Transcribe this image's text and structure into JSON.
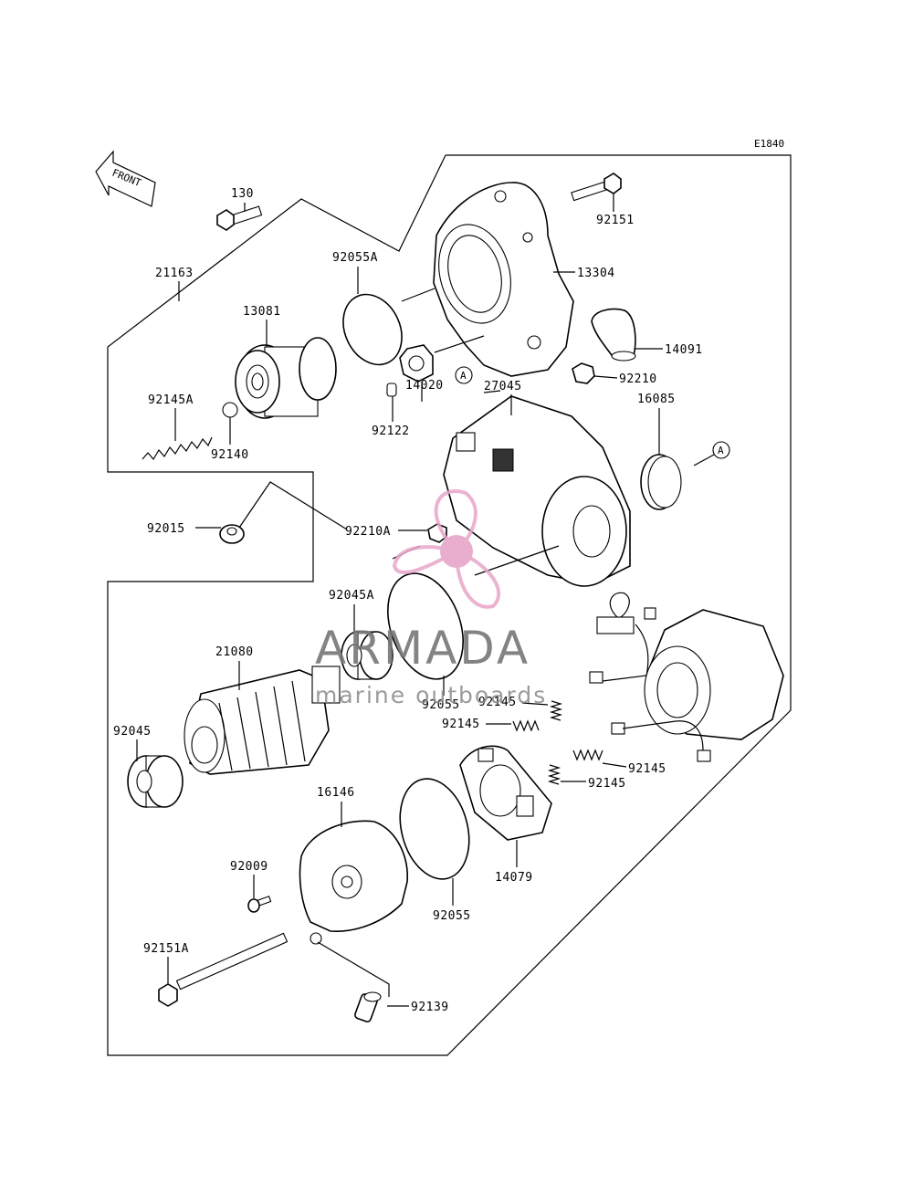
{
  "diagram": {
    "code": "E1840",
    "front_label": "FRONT",
    "ref_marker": "A",
    "labels": {
      "p130": "130",
      "p92151": "92151",
      "p21163": "21163",
      "p92055A": "92055A",
      "p13304": "13304",
      "p13081": "13081",
      "p14091": "14091",
      "p92145A": "92145A",
      "p92140": "92140",
      "p14020": "14020",
      "p92122": "92122",
      "p27045": "27045",
      "p92210": "92210",
      "p16085": "16085",
      "p92015": "92015",
      "p92210A": "92210A",
      "p92045A": "92045A",
      "p21080": "21080",
      "p92055_mid": "92055",
      "p92145_1": "92145",
      "p92145_2": "92145",
      "p92145_3": "92145",
      "p92145_4": "92145",
      "p92045": "92045",
      "p16146": "16146",
      "p14079": "14079",
      "p92009": "92009",
      "p92055_low": "92055",
      "p92151A": "92151A",
      "p92139": "92139"
    }
  },
  "watermark": {
    "brand": "ARMADA",
    "tagline": "marine outboards",
    "colors": {
      "accent": "#e8a6c8",
      "text": "#767676"
    }
  }
}
